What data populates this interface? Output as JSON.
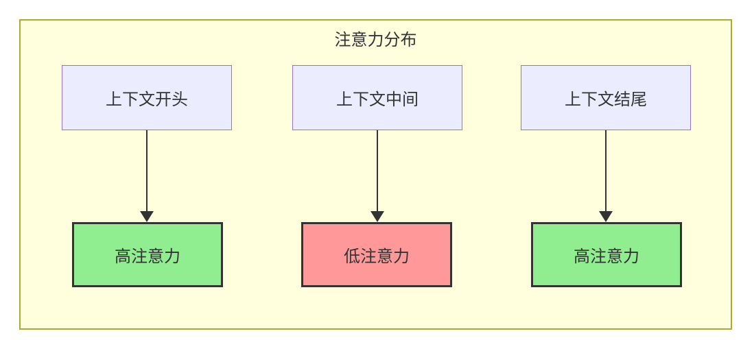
{
  "diagram": {
    "title": "注意力分布",
    "columns": [
      {
        "source_label": "上下文开头",
        "target_label": "高注意力",
        "attention_level": "high"
      },
      {
        "source_label": "上下文中间",
        "target_label": "低注意力",
        "attention_level": "low"
      },
      {
        "source_label": "上下文结尾",
        "target_label": "高注意力",
        "attention_level": "high"
      }
    ],
    "colors": {
      "canvas_background": "#ffffff",
      "container_fill": "#ffffde",
      "container_border": "#aaaa33",
      "source_node_fill": "#ececff",
      "source_node_border": "#9370db",
      "high_attention_fill": "#90ee90",
      "low_attention_fill": "#ff9999",
      "target_node_border": "#333333",
      "arrow_color": "#333333",
      "text_color": "#333333"
    }
  }
}
